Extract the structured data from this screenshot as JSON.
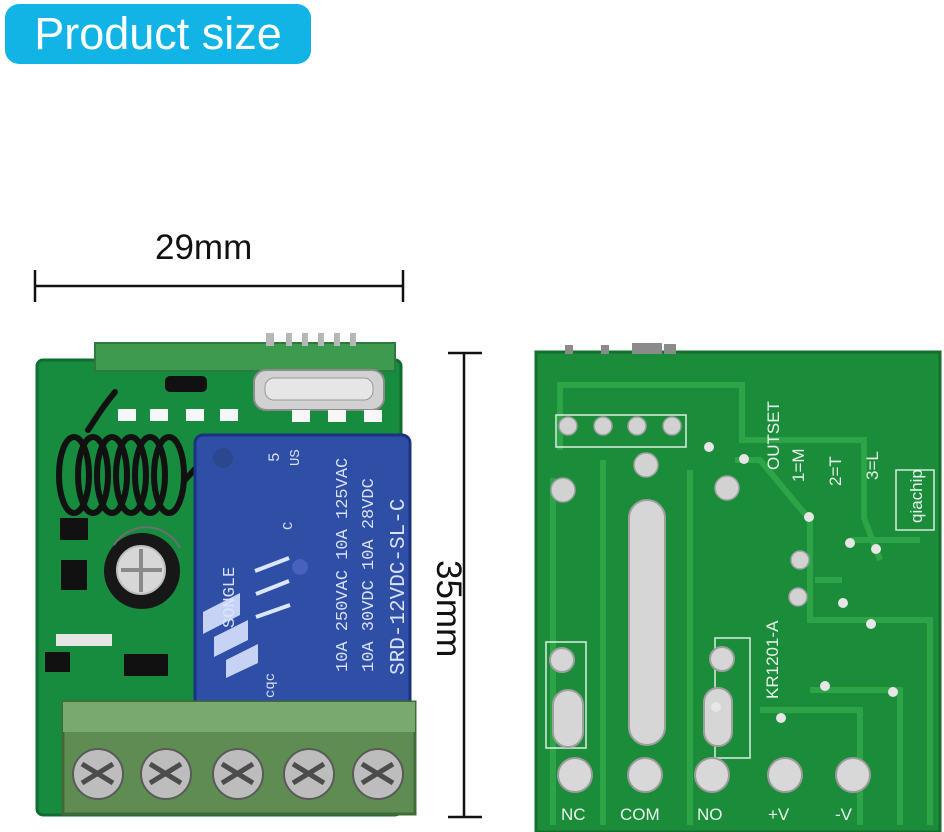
{
  "banner": {
    "title": "Product size"
  },
  "dimensions": {
    "width_label": "29mm",
    "height_label": "35mm"
  },
  "front_board": {
    "relay": {
      "brand": "SONGLE",
      "line1": "10A 250VAC 10A 125VAC",
      "line2": "10A 30VDC 10A 28VDC",
      "model": "SRD-12VDC-SL-C",
      "cert": "cqc",
      "pin_count": "5",
      "us_mark": "US",
      "c_mark": "C"
    }
  },
  "back_board": {
    "model": "KR1201-A",
    "outset_title": "OUTSET",
    "outset_m": "1=M",
    "outset_t": "2=T",
    "outset_l": "3=L",
    "brand": "qiachip",
    "terminals": [
      "NC",
      "COM",
      "NO",
      "+V",
      "-V"
    ]
  },
  "colors": {
    "banner": "#11b4e4",
    "pcb": "#178b3e",
    "relay": "#2f4ea6",
    "terminal": "#5f8c53"
  }
}
